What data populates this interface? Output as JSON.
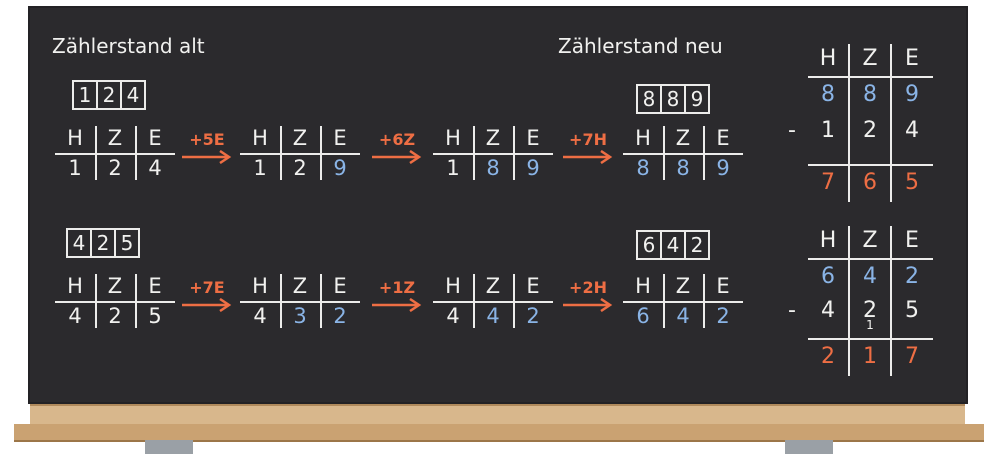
{
  "labels": {
    "old": "Zählerstand alt",
    "new": "Zählerstand neu"
  },
  "headers": [
    "H",
    "Z",
    "E"
  ],
  "row1": {
    "start_box": [
      "1",
      "2",
      "4"
    ],
    "end_box": [
      "8",
      "8",
      "9"
    ],
    "steps": [
      {
        "digits": [
          "1",
          "2",
          "4"
        ]
      },
      {
        "digits": [
          "1",
          "2",
          "9"
        ]
      },
      {
        "digits": [
          "1",
          "8",
          "9"
        ]
      },
      {
        "digits": [
          "8",
          "8",
          "9"
        ]
      }
    ],
    "ops": [
      "+5E",
      "+6Z",
      "+7H"
    ]
  },
  "row2": {
    "start_box": [
      "4",
      "2",
      "5"
    ],
    "end_box": [
      "6",
      "4",
      "2"
    ],
    "steps": [
      {
        "digits": [
          "4",
          "2",
          "5"
        ]
      },
      {
        "digits": [
          "4",
          "3",
          "2"
        ]
      },
      {
        "digits": [
          "4",
          "4",
          "2"
        ]
      },
      {
        "digits": [
          "6",
          "4",
          "2"
        ]
      }
    ],
    "ops": [
      "+7E",
      "+1Z",
      "+2H"
    ]
  },
  "sub1": {
    "top": [
      "8",
      "8",
      "9"
    ],
    "minus": "-",
    "bottom": [
      "1",
      "2",
      "4"
    ],
    "result": [
      "7",
      "6",
      "5"
    ],
    "carry": ""
  },
  "sub2": {
    "top": [
      "6",
      "4",
      "2"
    ],
    "minus": "-",
    "bottom": [
      "4",
      "2",
      "5"
    ],
    "result": [
      "2",
      "1",
      "7"
    ],
    "carry": "1"
  },
  "colors": {
    "board": "#2b2a2d",
    "chalk": "#f1f1ef",
    "blue": "#8ab4e6",
    "red": "#ee6e44",
    "wood": "#d8b78c"
  }
}
